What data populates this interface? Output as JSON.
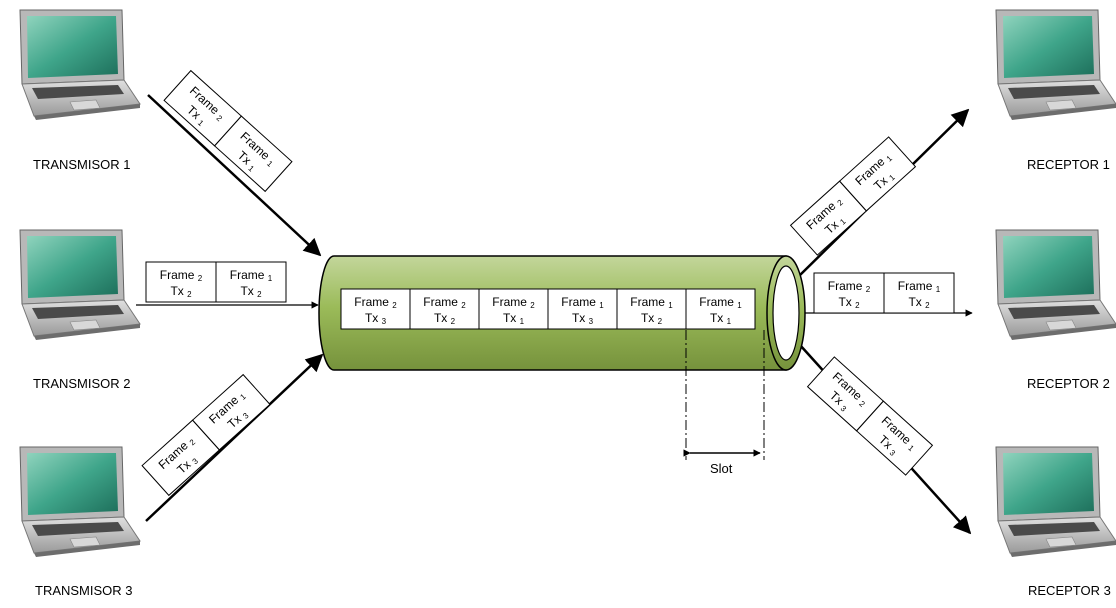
{
  "transmitters": [
    {
      "label": "TRANSMISOR 1"
    },
    {
      "label": "TRANSMISOR 2"
    },
    {
      "label": "TRANSMISOR 3"
    }
  ],
  "receivers": [
    {
      "label": "RECEPTOR 1"
    },
    {
      "label": "RECEPTOR 2"
    },
    {
      "label": "RECEPTOR 3"
    }
  ],
  "input_frames": {
    "tx1": [
      {
        "frame": "Frame",
        "fsub": "2",
        "tx": "Tx",
        "txsub": "1"
      },
      {
        "frame": "Frame",
        "fsub": "1",
        "tx": "Tx",
        "txsub": "1"
      }
    ],
    "tx2": [
      {
        "frame": "Frame",
        "fsub": "2",
        "tx": "Tx",
        "txsub": "2"
      },
      {
        "frame": "Frame",
        "fsub": "1",
        "tx": "Tx",
        "txsub": "2"
      }
    ],
    "tx3": [
      {
        "frame": "Frame",
        "fsub": "2",
        "tx": "Tx",
        "txsub": "3"
      },
      {
        "frame": "Frame",
        "fsub": "1",
        "tx": "Tx",
        "txsub": "3"
      }
    ]
  },
  "channel_frames": [
    {
      "frame": "Frame",
      "fsub": "2",
      "tx": "Tx",
      "txsub": "3"
    },
    {
      "frame": "Frame",
      "fsub": "2",
      "tx": "Tx",
      "txsub": "2"
    },
    {
      "frame": "Frame",
      "fsub": "2",
      "tx": "Tx",
      "txsub": "1"
    },
    {
      "frame": "Frame",
      "fsub": "1",
      "tx": "Tx",
      "txsub": "3"
    },
    {
      "frame": "Frame",
      "fsub": "1",
      "tx": "Tx",
      "txsub": "2"
    },
    {
      "frame": "Frame",
      "fsub": "1",
      "tx": "Tx",
      "txsub": "1"
    }
  ],
  "output_frames": {
    "rx1": [
      {
        "frame": "Frame",
        "fsub": "2",
        "tx": "Tx",
        "txsub": "1"
      },
      {
        "frame": "Frame",
        "fsub": "1",
        "tx": "Tx",
        "txsub": "1"
      }
    ],
    "rx2": [
      {
        "frame": "Frame",
        "fsub": "2",
        "tx": "Tx",
        "txsub": "2"
      },
      {
        "frame": "Frame",
        "fsub": "1",
        "tx": "Tx",
        "txsub": "2"
      }
    ],
    "rx3": [
      {
        "frame": "Frame",
        "fsub": "2",
        "tx": "Tx",
        "txsub": "3"
      },
      {
        "frame": "Frame",
        "fsub": "1",
        "tx": "Tx",
        "txsub": "3"
      }
    ]
  },
  "slot_label": "Slot",
  "colors": {
    "tube_fill": "#9bbb59",
    "tube_light": "#c3d69b",
    "tube_dark": "#76923c",
    "screen": "#3fa58a",
    "laptop_body": "#c9c9c9",
    "laptop_dark": "#5a5a5a"
  }
}
